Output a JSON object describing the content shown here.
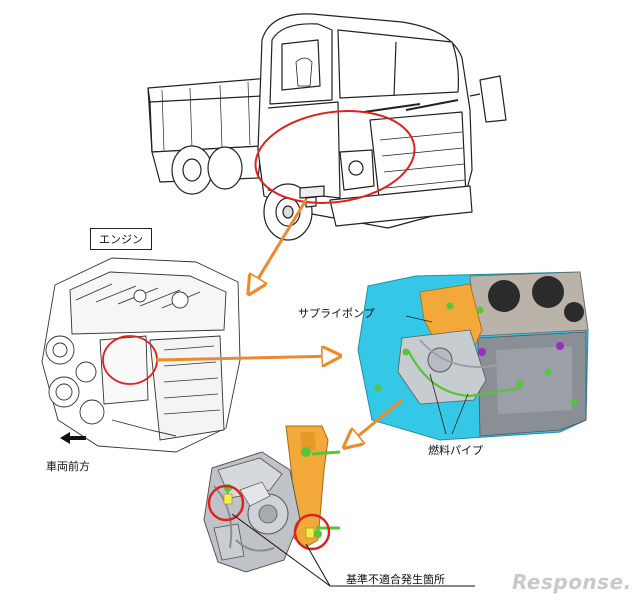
{
  "labels": {
    "engine": "エンジン",
    "supply_pump": "サプライポンプ",
    "vehicle_front": "車両前方",
    "fuel_pipe": "燃料パイプ",
    "nonconformity": "基準不適合発生箇所"
  },
  "watermark": "Response.",
  "colors": {
    "highlight_circle": "#e0201b",
    "callout_arrow": "#ef8a2a",
    "engine_block": "#35c7e6",
    "bracket": "#f2a93a",
    "fitting": "#58c43a"
  }
}
